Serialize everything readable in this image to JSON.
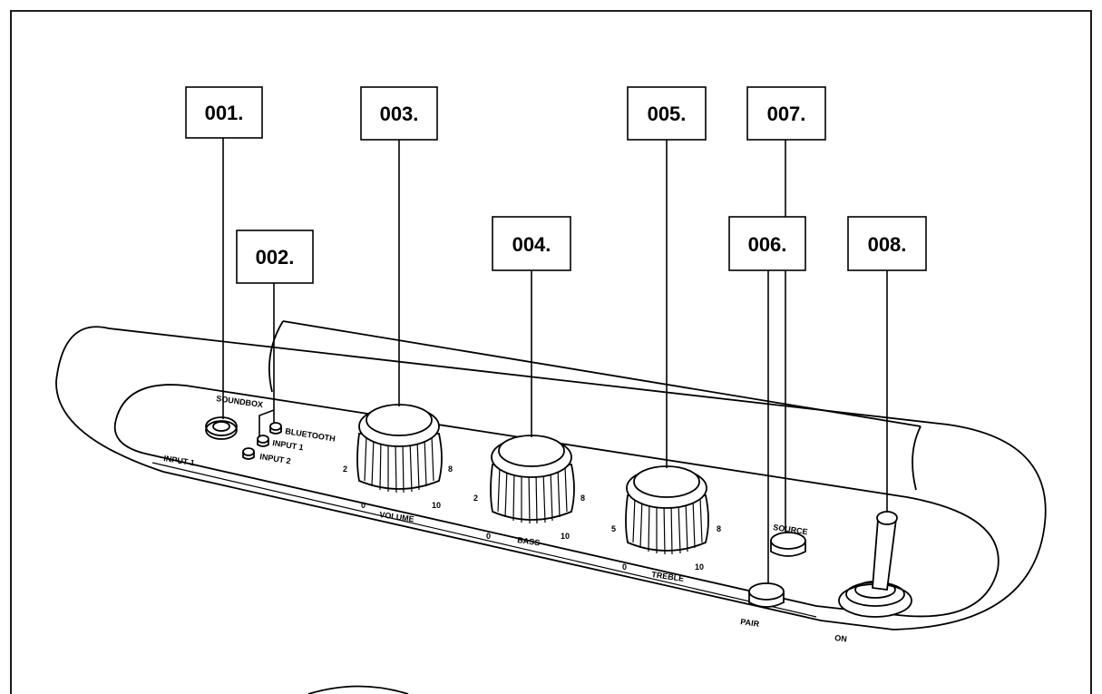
{
  "callouts": {
    "c001": "001.",
    "c002": "002.",
    "c003": "003.",
    "c004": "004.",
    "c005": "005.",
    "c006": "006.",
    "c007": "007.",
    "c008": "008."
  },
  "panel": {
    "brand": "SOUNDBOX",
    "led_bluetooth": "BLUETOOTH",
    "led_input1": "INPUT 1",
    "led_input2": "INPUT 2",
    "jack_label": "INPUT 1",
    "knob_volume_label": "VOLUME",
    "knob_bass_label": "BASS",
    "knob_treble_label": "TREBLE",
    "button_pair_label": "PAIR",
    "button_source_label": "SOURCE",
    "switch_label": "ON",
    "scale_min": "0",
    "scale_max": "10",
    "scale_mid": "5",
    "scale_2": "2",
    "scale_8": "8"
  },
  "colors": {
    "ink": "#000000",
    "paper": "#ffffff"
  }
}
